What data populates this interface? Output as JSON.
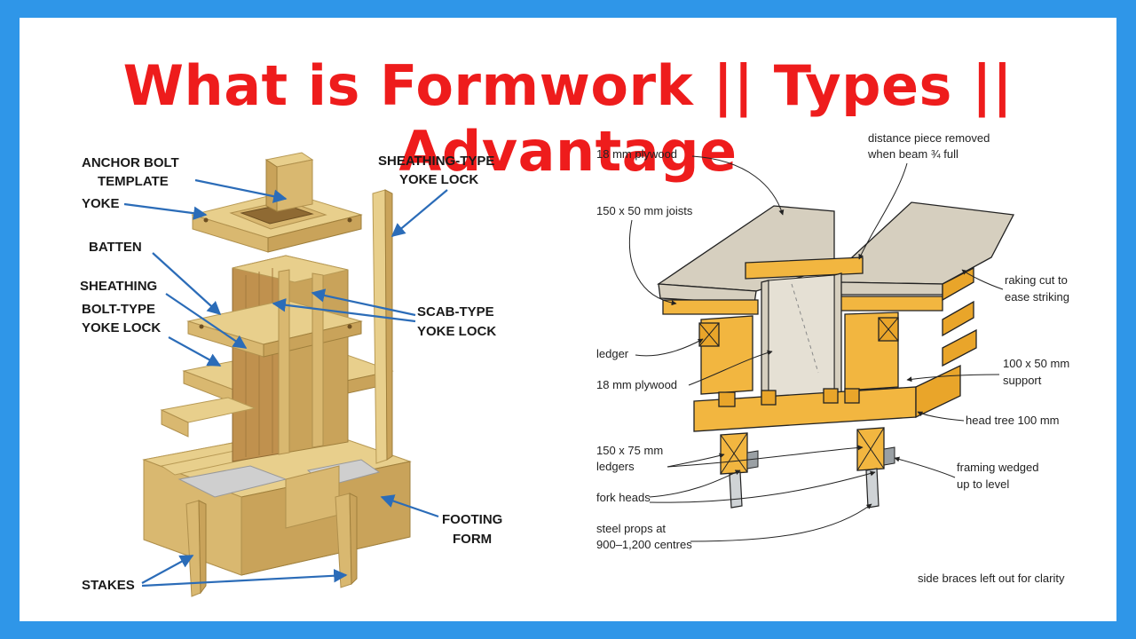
{
  "title": "What is Formwork || Types || Advantage",
  "left_diagram": {
    "labels": {
      "anchor_bolt": "ANCHOR BOLT",
      "template": "TEMPLATE",
      "yoke": "YOKE",
      "batten": "BATTEN",
      "sheathing": "SHEATHING",
      "bolt_type": "BOLT-TYPE",
      "yoke_lock_bolt": "YOKE LOCK",
      "sheathing_type": "SHEATHING-TYPE",
      "yoke_lock_sheathing": "YOKE LOCK",
      "scab_type": "SCAB-TYPE",
      "yoke_lock_scab": "YOKE LOCK",
      "footing": "FOOTING",
      "form": "FORM",
      "stakes": "STAKES"
    },
    "colors": {
      "arrow": "#2b6cb8",
      "wood_light": "#e8cf8c",
      "wood_mid": "#d9b870",
      "wood_dark": "#c9a35a"
    }
  },
  "right_diagram": {
    "labels": {
      "plywood_top": "18 mm plywood",
      "distance_piece_1": "distance piece removed",
      "distance_piece_2": "when beam ¾ full",
      "joists": "150 x 50 mm joists",
      "raking_1": "raking cut to",
      "raking_2": "ease striking",
      "ledger": "ledger",
      "support_1": "100 x 50 mm",
      "support_2": "support",
      "plywood_side": "18 mm plywood",
      "head_tree": "head tree 100 mm",
      "ledgers_1": "150 x 75 mm",
      "ledgers_2": "ledgers",
      "framing_1": "framing wedged",
      "framing_2": "up to level",
      "fork_heads": "fork heads",
      "props_1": "steel props at",
      "props_2": "900–1,200 centres",
      "note": "side braces left out for clarity"
    },
    "colors": {
      "timber": "#f2b640",
      "plywood": "#d6cfbf"
    }
  },
  "colors": {
    "background": "#2f96e8",
    "title": "#ee1c1c",
    "panel": "#ffffff"
  }
}
